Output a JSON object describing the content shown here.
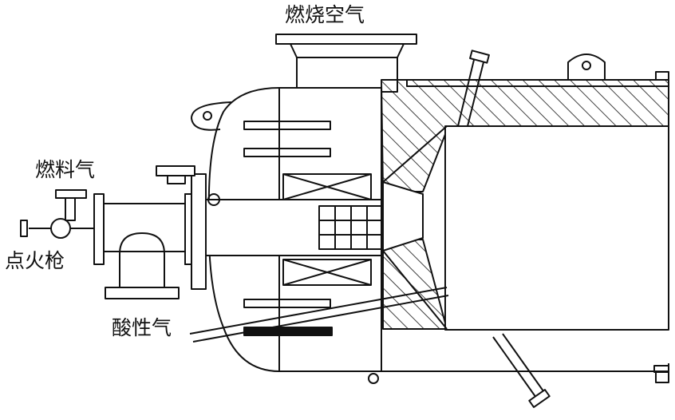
{
  "labels": {
    "combustion_air": "燃烧空气",
    "fuel_gas": "燃料气",
    "ignition_gun": "点火枪",
    "acid_gas": "酸性气"
  },
  "colors": {
    "line": "#111111",
    "background": "#ffffff"
  }
}
